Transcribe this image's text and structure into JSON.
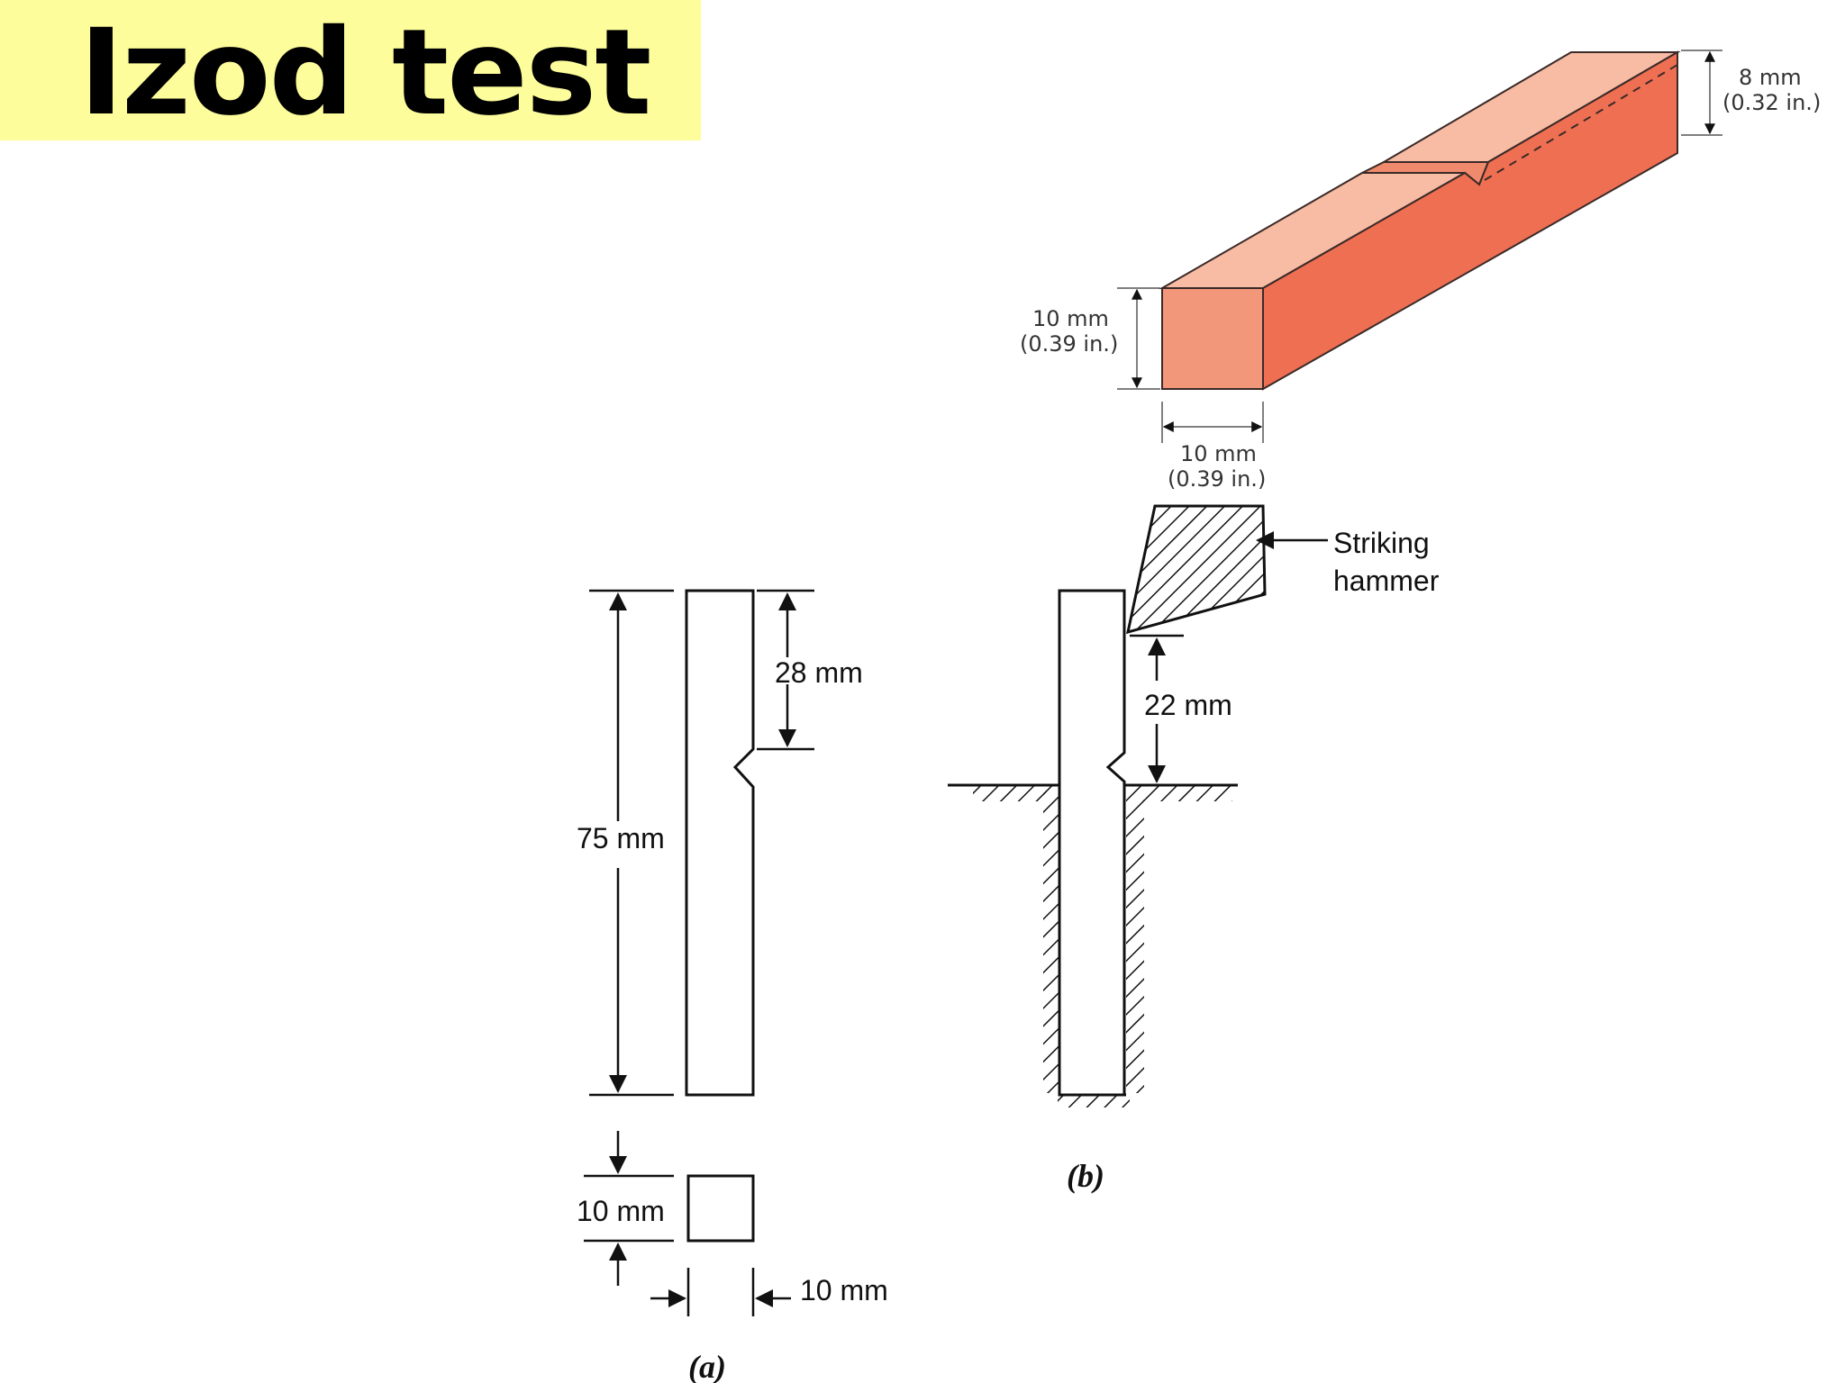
{
  "slide": {
    "title": "Izod test"
  },
  "specimen_3d": {
    "depth_label": "8 mm",
    "depth_label_in": "(0.32 in.)",
    "height_label": "10 mm",
    "height_label_in": "(0.39 in.)",
    "width_label": "10 mm",
    "width_label_in": "(0.39 in.)",
    "colors": {
      "front": "#f3977a",
      "top": "#f8bba3",
      "side": "#ef6f52",
      "edge": "#3a2a28"
    }
  },
  "figure_a": {
    "length_label": "75 mm",
    "notch_label": "28 mm",
    "section_height_label": "10 mm",
    "section_width_label": "10 mm",
    "caption": "(a)"
  },
  "figure_b": {
    "hammer_label_line1": "Striking",
    "hammer_label_line2": "hammer",
    "height_label": "22 mm",
    "caption": "(b)"
  }
}
